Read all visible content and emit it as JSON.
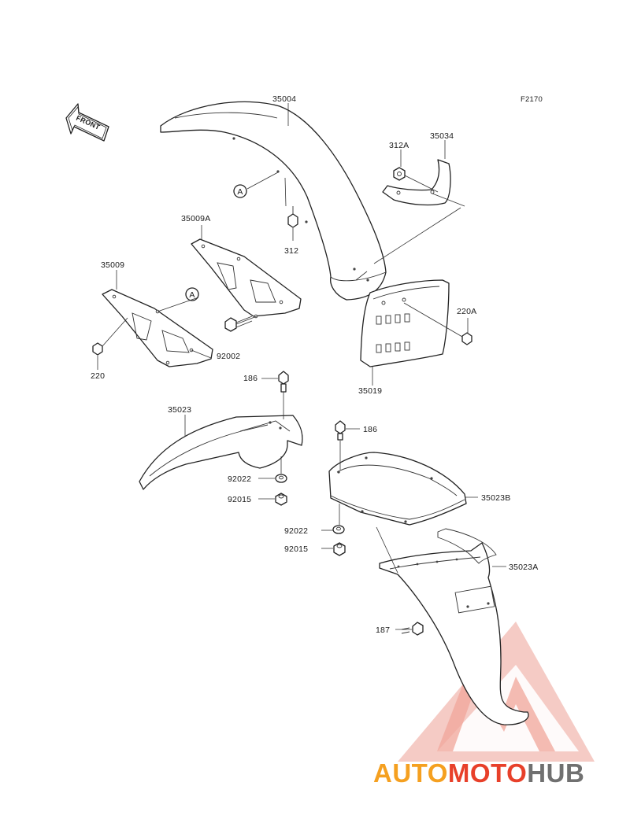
{
  "diagram": {
    "code": "F2170",
    "front_label": "FRONT",
    "ref_marker": "A",
    "parts": {
      "p35004": "35004",
      "p35034": "35034",
      "p312A": "312A",
      "p312": "312",
      "p35009A": "35009A",
      "p35009": "35009",
      "p220": "220",
      "p92002": "92002",
      "p220A": "220A",
      "p35019": "35019",
      "p186a": "186",
      "p35023": "35023",
      "p92022a": "92022",
      "p92015a": "92015",
      "p186b": "186",
      "p35023B": "35023B",
      "p92022b": "92022",
      "p92015b": "92015",
      "p35023A": "35023A",
      "p187": "187"
    }
  },
  "watermark": {
    "part1": "AUTO",
    "part2": "MOTO",
    "part3": "HUB",
    "colors": {
      "orange": "#f5a020",
      "red": "#e8402a",
      "gray": "#707070"
    }
  }
}
